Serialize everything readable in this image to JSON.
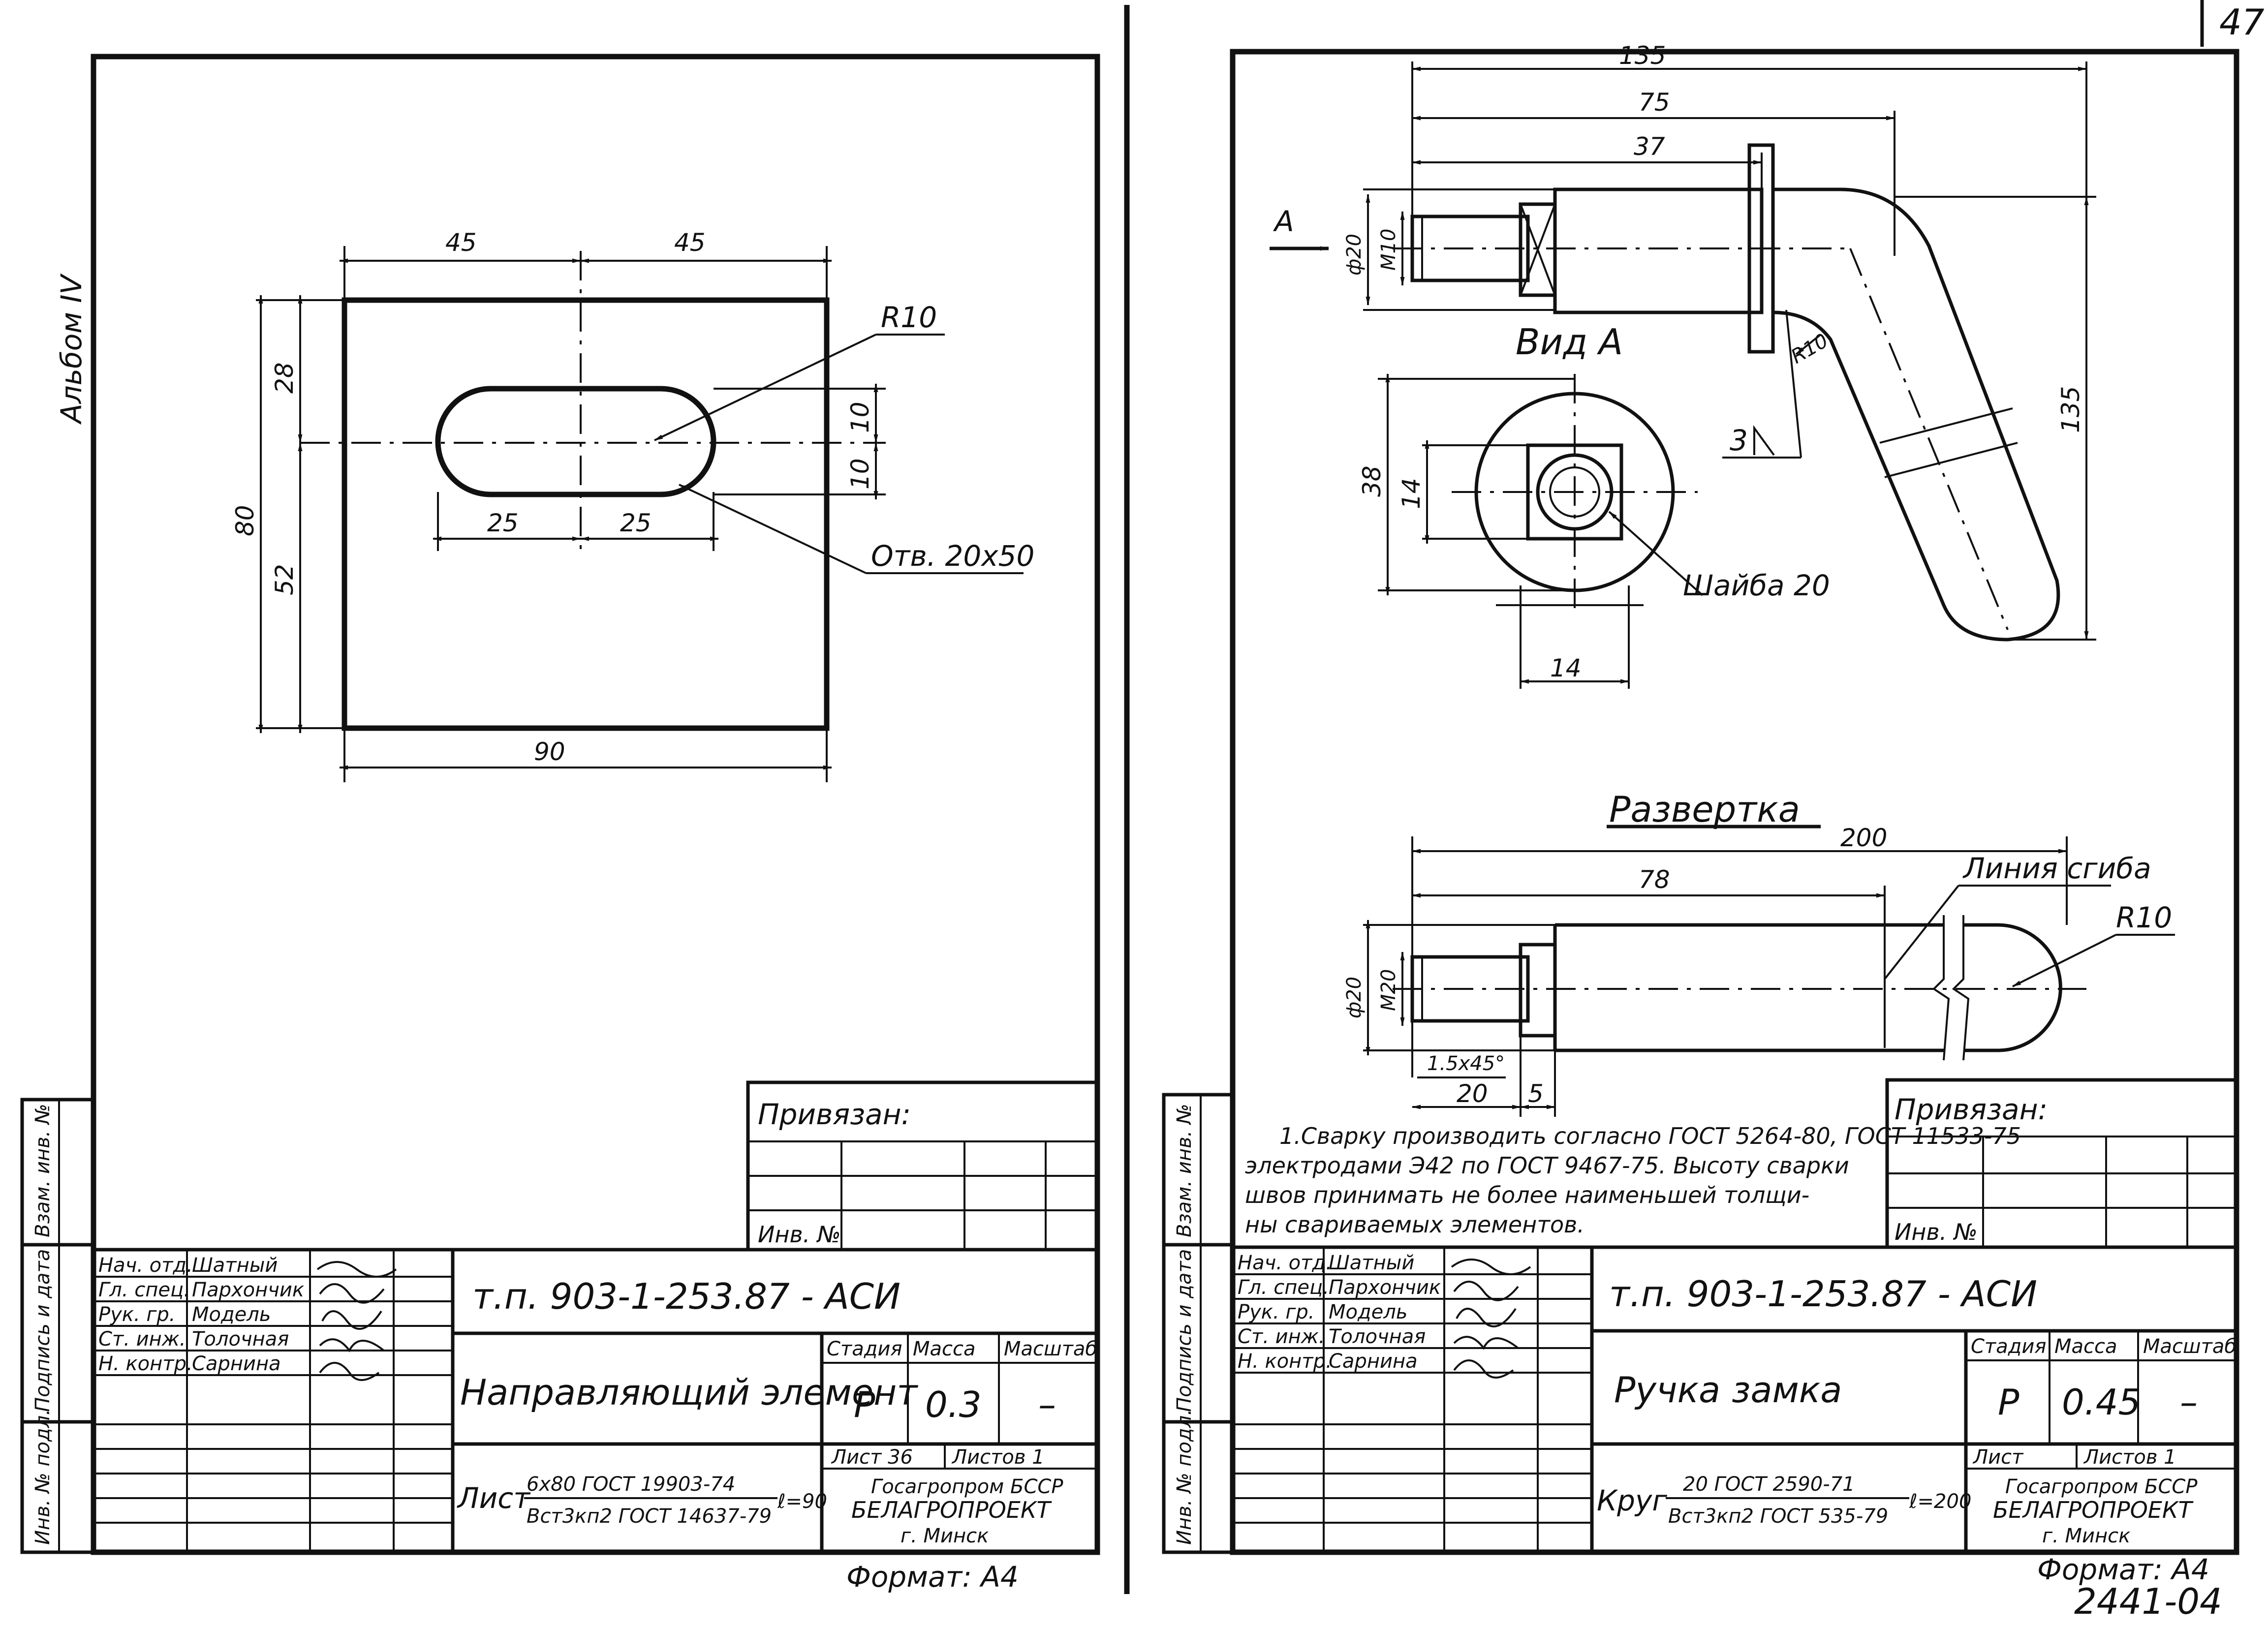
{
  "page_number": "47",
  "doc_code": "2441-04",
  "left_sheet": {
    "album": "Альбом IV",
    "part": {
      "dims": {
        "w_half_1": "45",
        "w_half_2": "45",
        "width": "90",
        "height": "80",
        "top": "28",
        "bottom": "52",
        "slot_half_h1": "10",
        "slot_half_h2": "10",
        "slot_half_w1": "25",
        "slot_half_w2": "25",
        "radius": "R10",
        "hole": "Отв. 20х50"
      }
    },
    "stamp": {
      "privyazan": "Привязан:",
      "inv_no": "Инв. №",
      "side_labels": [
        "Взам. инв. №",
        "Подпись и дата",
        "Инв. № подл."
      ],
      "roles": [
        "Нач. отд.",
        "Гл. спец.",
        "Рук. гр.",
        "Ст. инж.",
        "Н. контр."
      ],
      "names": [
        "Шатный",
        "Пархончик",
        "Модель",
        "Толочная",
        "Сарнина"
      ],
      "code": "т.п.     903-1-253.87     - АСИ",
      "title": "Направляющий элемент",
      "stage_header": "Стадия",
      "mass_header": "Масса",
      "scale_header": "Масштаб",
      "stage": "Р",
      "mass": "0.3",
      "scale": "–",
      "sheet": "Лист 36",
      "sheets": "Листов 1",
      "material_prefix": "Лист",
      "material_top": "6х80 ГОСТ 19903-74",
      "material_bottom": "Вст3кп2 ГОСТ 14637-79",
      "length": "ℓ=90",
      "org1": "Госагропром БССР",
      "org2": "БЕЛАГРОПРОЕКТ",
      "org3": "г. Минск",
      "format": "Формат: А4"
    }
  },
  "right_sheet": {
    "part": {
      "dims": {
        "total": "135",
        "mid": "75",
        "short": "37",
        "vertical": "135",
        "thread": "М10",
        "dia": "ф20",
        "radius": "R10",
        "view_label": "Вид А",
        "arrow_label": "А",
        "weld": "3",
        "washer": "Шайба 20",
        "view_w": "38",
        "view_sq": "14",
        "view_bottom": "14"
      }
    },
    "razvertka": {
      "title": "Развертка",
      "total": "200",
      "len": "78",
      "bend": "Линия сгиба",
      "radius": "R10",
      "dia": "ф20",
      "thread": "М20",
      "chamfer": "1.5х45°",
      "l20": "20",
      "l5": "5"
    },
    "note": [
      "1.Сварку производить согласно ГОСТ 5264-80, ГОСТ 11533-75",
      "электродами Э42 по ГОСТ 9467-75. Высоту сварки",
      "швов принимать не более наименьшей толщи-",
      "ны свариваемых элементов."
    ],
    "stamp": {
      "privyazan": "Привязан:",
      "inv_no": "Инв. №",
      "side_labels": [
        "Взам. инв. №",
        "Подпись и дата",
        "Инв. № подл."
      ],
      "roles": [
        "Нач. отд.",
        "Гл. спец.",
        "Рук. гр.",
        "Ст. инж.",
        "Н. контр."
      ],
      "names": [
        "Шатный",
        "Пархончик",
        "Модель",
        "Толочная",
        "Сарнина"
      ],
      "code": "т.п.     903-1-253.87     - АСИ",
      "title": "Ручка замка",
      "stage_header": "Стадия",
      "mass_header": "Масса",
      "scale_header": "Масштаб",
      "stage": "Р",
      "mass": "0.45",
      "scale": "–",
      "sheet": "Лист",
      "sheets": "Листов 1",
      "material_prefix": "Круг",
      "material_top": "20 ГОСТ 2590-71",
      "material_bottom": "Вст3кп2 ГОСТ 535-79",
      "length": "ℓ=200",
      "org1": "Госагропром БССР",
      "org2": "БЕЛАГРОПРОЕКТ",
      "org3": "г. Минск",
      "format": "Формат: А4"
    }
  }
}
